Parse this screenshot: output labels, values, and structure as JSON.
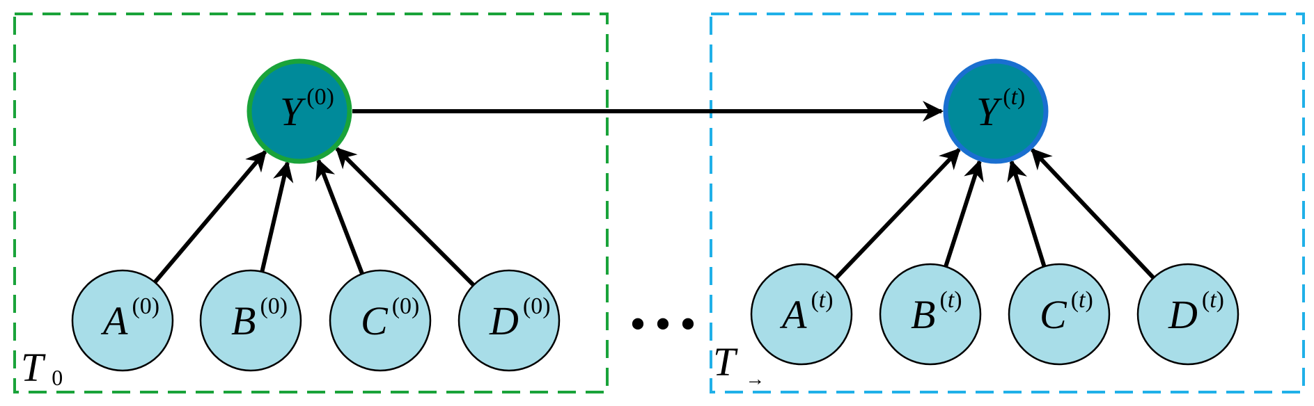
{
  "frames": [
    {
      "id": "t0",
      "label": "T",
      "label_sub": "0",
      "stroke": "#1aa33a",
      "output": {
        "var": "Y",
        "sup": "0",
        "fill": "#008a9a",
        "stroke": "#1aa33a"
      },
      "inputs": [
        {
          "var": "A",
          "sup": "0"
        },
        {
          "var": "B",
          "sup": "0"
        },
        {
          "var": "C",
          "sup": "0"
        },
        {
          "var": "D",
          "sup": "0"
        }
      ]
    },
    {
      "id": "tt",
      "label": "T",
      "label_sub": "→",
      "stroke": "#20b0e8",
      "output": {
        "var": "Y",
        "sup": "t",
        "fill": "#008a9a",
        "stroke": "#1a6fd0"
      },
      "inputs": [
        {
          "var": "A",
          "sup": "t"
        },
        {
          "var": "B",
          "sup": "t"
        },
        {
          "var": "C",
          "sup": "t"
        },
        {
          "var": "D",
          "sup": "t"
        }
      ]
    }
  ],
  "input_fill": "#a8dde8",
  "ellipsis": "• • •"
}
